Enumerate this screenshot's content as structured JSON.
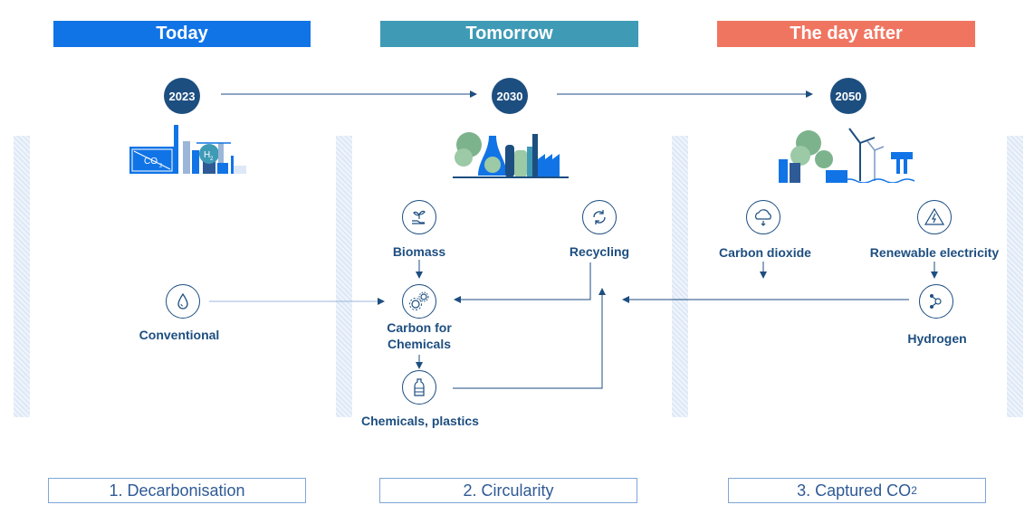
{
  "phases": [
    {
      "label": "Today",
      "color": "#1174e6"
    },
    {
      "label": "Tomorrow",
      "color": "#3f9ab6"
    },
    {
      "label": "The day after",
      "color": "#f07561"
    }
  ],
  "years": [
    "2023",
    "2030",
    "2050"
  ],
  "illustrations": {
    "co2_factory_text": "CO",
    "co2_sub": "2",
    "h2_text": "H",
    "h2_sub": "2"
  },
  "nodes": {
    "conventional": "Conventional",
    "biomass": "Biomass",
    "recycling": "Recycling",
    "carbon_for_chemicals": "Carbon for Chemicals",
    "chemicals_plastics": "Chemicals, plastics",
    "carbon_dioxide": "Carbon dioxide",
    "renewable_electricity": "Renewable electricity",
    "hydrogen": "Hydrogen"
  },
  "bottom": {
    "decarbonisation": "1. Decarbonisation",
    "circularity": "2. Circularity",
    "captured_co2": "3. Captured CO",
    "captured_co2_sub": "2"
  },
  "colors": {
    "navy": "#1d4e80",
    "pillar": "#dde8f7",
    "bottom_text": "#2e5a96"
  }
}
